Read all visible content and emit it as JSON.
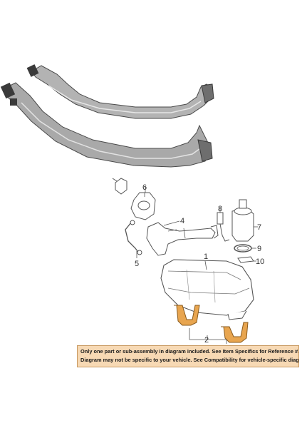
{
  "notice": {
    "line1": "Only one part or sub-assembly in diagram included. See Item Specifics for Reference #.",
    "line2": "Diagram may not be specific to your vehicle. See Compatibility for vehicle-specific diagrams."
  },
  "callouts": {
    "c1": "1",
    "c2": "2",
    "c4": "4",
    "c5": "5",
    "c6": "6",
    "c7": "7",
    "c8": "8",
    "c9": "9",
    "c10": "10"
  },
  "colors": {
    "highlight": "#e8a54f",
    "strap_metal": "#a8a8a8",
    "line_art": "#555555",
    "notice_bg": "#f7d9b4"
  }
}
